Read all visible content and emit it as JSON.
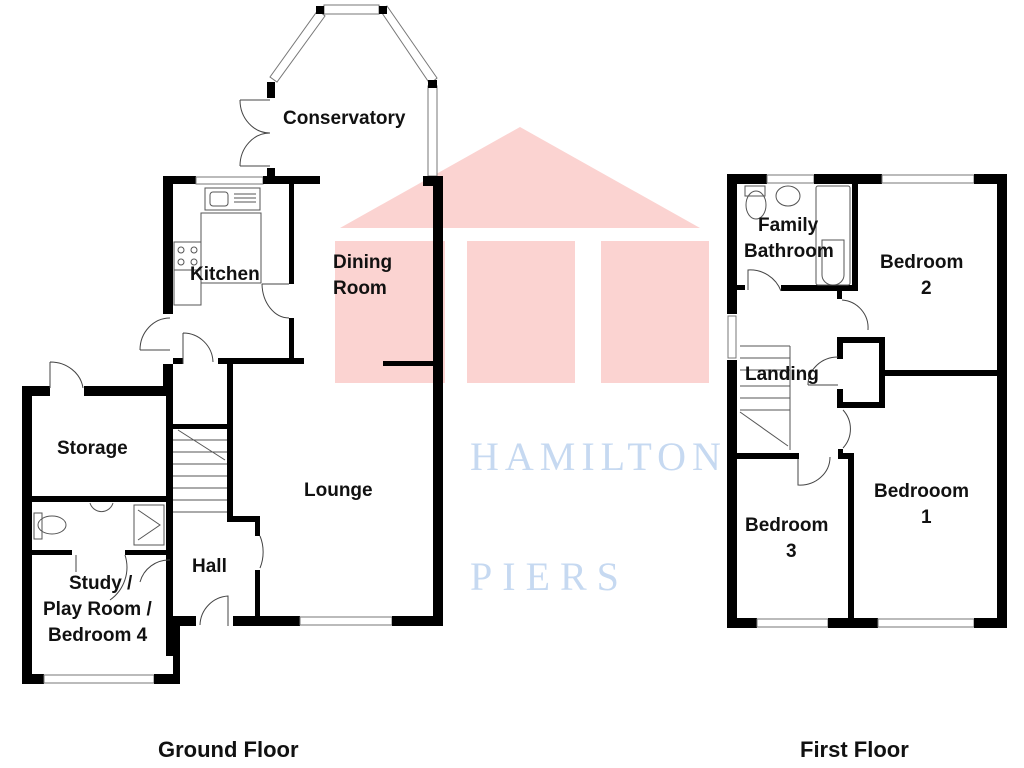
{
  "watermark": {
    "line1": "HAMILTON",
    "line2": "PIERS",
    "logo_icon": "house-icon",
    "logo_color": "#fbd3d1",
    "text_color": "#c6d9f1"
  },
  "ground_floor": {
    "title": "Ground Floor",
    "rooms": {
      "conservatory": "Conservatory",
      "kitchen": "Kitchen",
      "dining_1": "Dining",
      "dining_2": "Room",
      "storage": "Storage",
      "lounge": "Lounge",
      "hall": "Hall",
      "study_1": "Study /",
      "study_2": "Play Room /",
      "study_3": "Bedroom 4"
    }
  },
  "first_floor": {
    "title": "First Floor",
    "rooms": {
      "bathroom_1": "Family",
      "bathroom_2": "Bathroom",
      "bedroom2_1": "Bedroom",
      "bedroom2_2": "2",
      "landing": "Landing",
      "bedroom1_1": "Bedrooom",
      "bedroom1_2": "1",
      "bedroom3_1": "Bedroom",
      "bedroom3_2": "3"
    }
  }
}
